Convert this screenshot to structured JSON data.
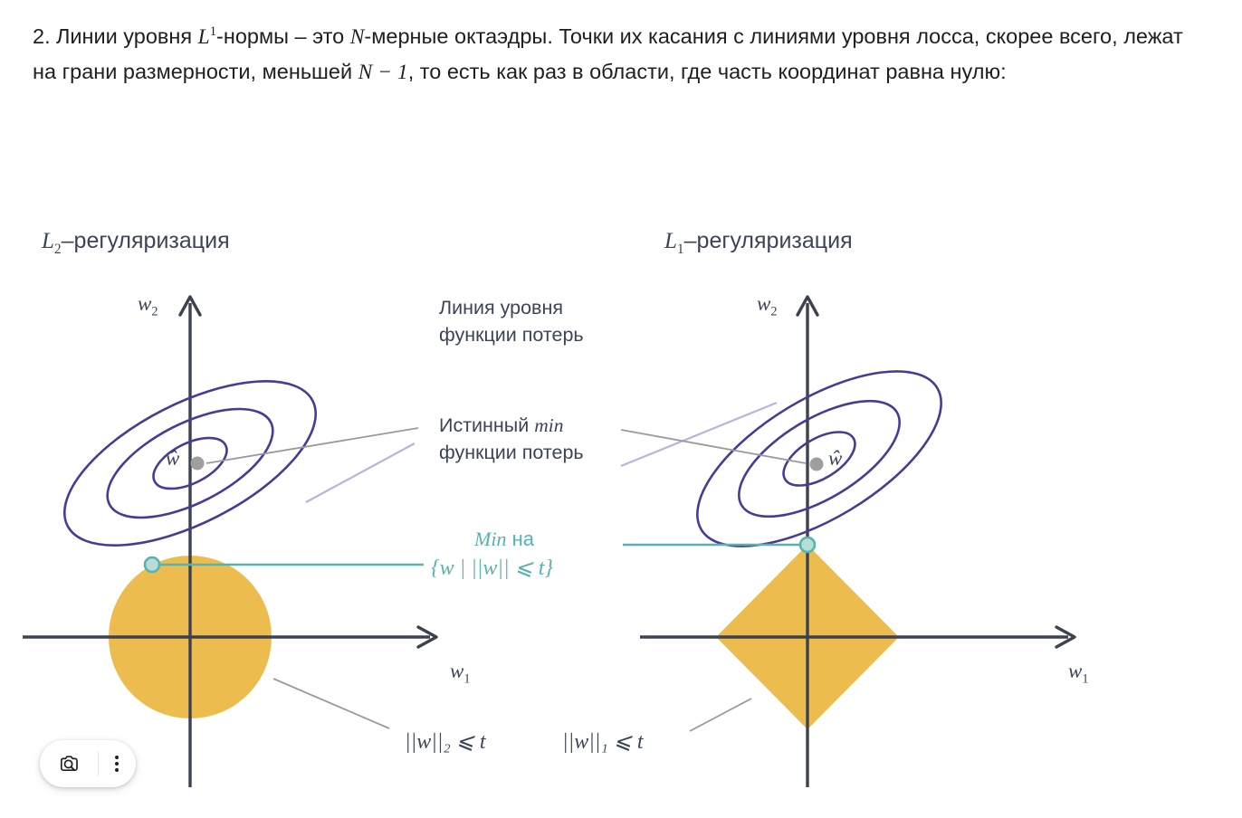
{
  "intro": {
    "number": "2.",
    "line_parts": {
      "p1": "Линии уровня ",
      "m1_base": "L",
      "m1_sup": "1",
      "p2": "-нормы – это ",
      "m2": "N",
      "p3": "-мерные октаэдры. Точки их касания с линиями уровня лосса, скорее всего, лежат на грани размерности, меньшей ",
      "m3": "N − 1",
      "p4": ", то есть как раз в области, где часть координат равна нулю:"
    }
  },
  "figure": {
    "left_panel": {
      "title_base": "L",
      "title_sub": "2",
      "title_rest": "–регуляризация",
      "y_axis_label_base": "w",
      "y_axis_label_sub": "2",
      "x_axis_label_base": "w",
      "x_axis_label_sub": "1",
      "optimum_label": "ŵ",
      "constraint_formula": "||w||₂ ⩽ t",
      "constraint_shape": "circle",
      "accent_color": "#ecbd4e"
    },
    "right_panel": {
      "title_base": "L",
      "title_sub": "1",
      "title_rest": "–регуляризация",
      "y_axis_label_base": "w",
      "y_axis_label_sub": "2",
      "x_axis_label_base": "w",
      "x_axis_label_sub": "1",
      "optimum_label": "ŵ",
      "constraint_formula": "||w||₁ ⩽ t",
      "constraint_shape": "diamond",
      "accent_color": "#ecbd4e"
    },
    "annotations": {
      "level_line_l1": "Линия уровня",
      "level_line_l2": "функции потерь",
      "true_min_l1_a": "Истинный ",
      "true_min_l1_b": "min",
      "true_min_l2": "функции потерь",
      "min_on_a": "Min",
      "min_on_b": " на",
      "min_on_set": "{w | ||w|| ⩽ t}"
    },
    "colors": {
      "contour": "#4a3a96",
      "axis": "#3c4250",
      "constraint_fill": "#ecbd4e",
      "teal": "#56b3ae",
      "leader_gray": "#9a9a9a",
      "leader_violet": "#b9b4dc",
      "optimum_dot": "#9e9e9e",
      "text": "#3c4557"
    }
  },
  "toolbar": {
    "lens_icon": "lens-search-icon",
    "more_icon": "more-vertical-icon"
  }
}
